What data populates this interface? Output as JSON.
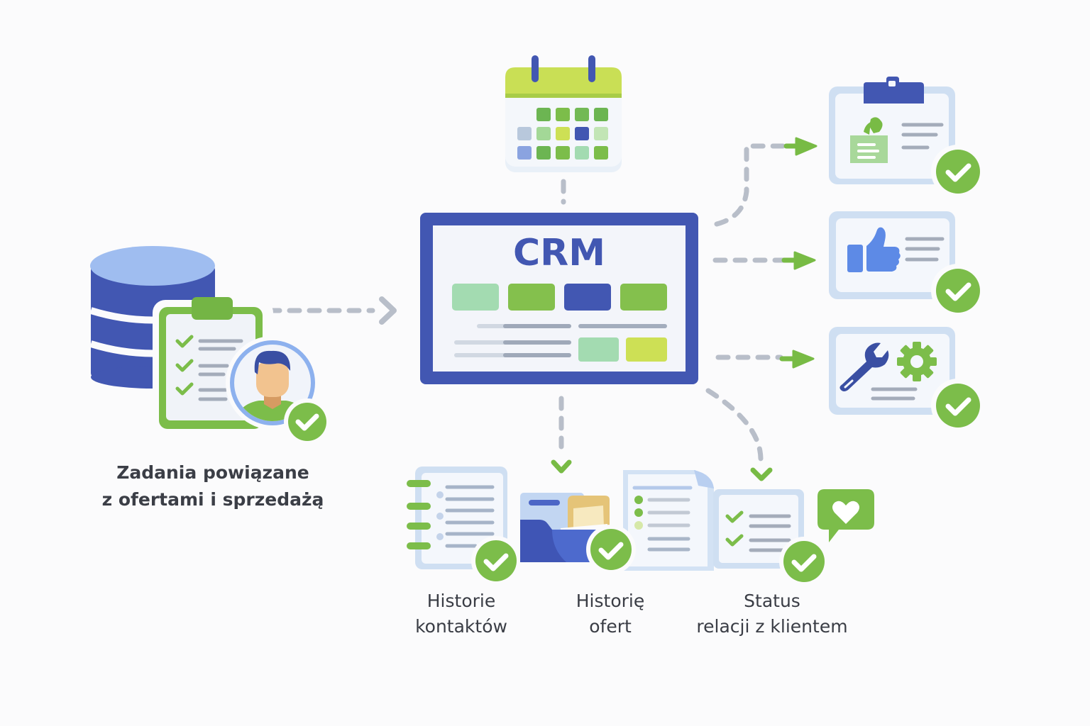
{
  "diagram": {
    "center": {
      "title": "CRM",
      "icon": "crm-dashboard-icon"
    },
    "source": {
      "label_line1": "Zadania powiązane",
      "label_line2": "z ofertami i sprzedażą",
      "icons": [
        "database-icon",
        "checklist-clipboard-icon",
        "user-avatar-icon",
        "check-badge-icon"
      ]
    },
    "top": {
      "icon": "calendar-icon"
    },
    "right_outputs": [
      {
        "icon": "clipboard-note-icon",
        "status": "check-badge-icon"
      },
      {
        "icon": "thumbs-up-icon",
        "status": "check-badge-icon"
      },
      {
        "icon": "wrench-gear-icon",
        "status": "check-badge-icon"
      }
    ],
    "bottom_outputs": [
      {
        "label_line1": "Historie",
        "label_line2": "kontaktów",
        "icon": "notebook-icon"
      },
      {
        "label_line1": "Historię",
        "label_line2": "ofert",
        "icon": "folder-document-icon"
      },
      {
        "label_line1": "Status",
        "label_line2": "relacji z klientem",
        "icon": "checklist-heart-icon"
      }
    ],
    "colors": {
      "primary_blue": "#4257b2",
      "light_blue": "#9fbdf0",
      "green": "#82c04d",
      "lime": "#cde055",
      "mint": "#a3dbb1",
      "gray_line": "#b6bcc8",
      "text": "#3a3d45"
    }
  }
}
